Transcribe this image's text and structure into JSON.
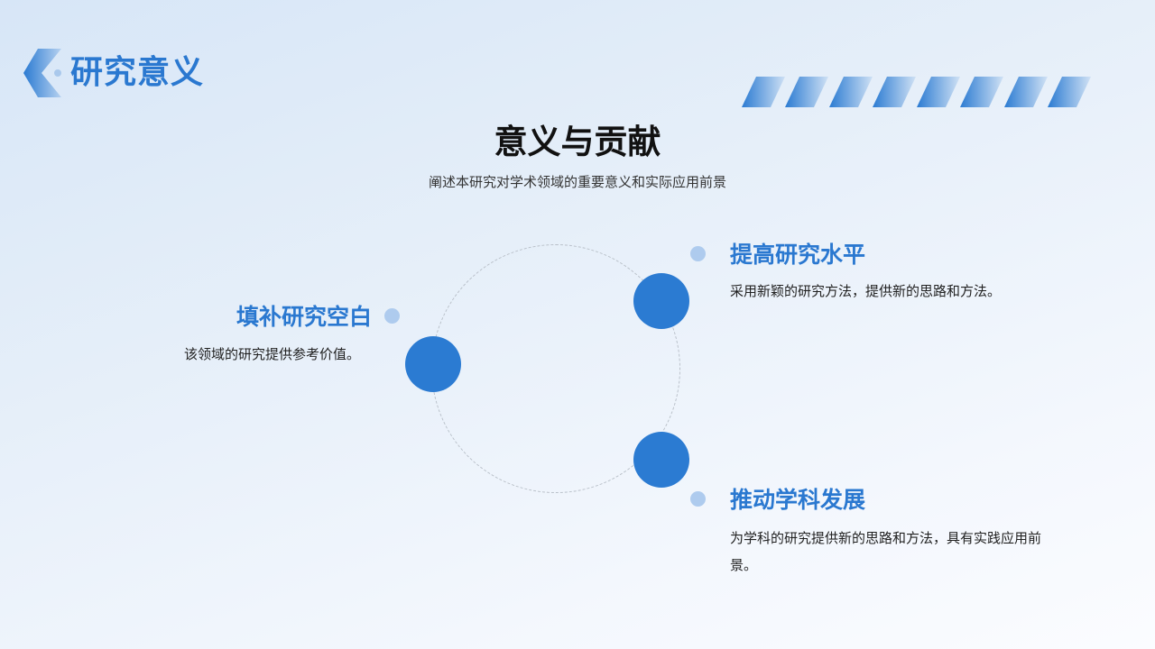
{
  "header": {
    "title": "研究意义",
    "icon": "chevron-left-icon"
  },
  "decoration": {
    "stripe_count": 8,
    "stripe_color": "#2b7bd2"
  },
  "section": {
    "title": "意义与贡献",
    "subtitle": "阐述本研究对学术领域的重要意义和实际应用前景"
  },
  "items": [
    {
      "title": "填补研究空白",
      "desc": "该领域的研究提供参考价值。"
    },
    {
      "title": "提高研究水平",
      "desc": "采用新颖的研究方法，提供新的思路和方法。"
    },
    {
      "title": "推动学科发展",
      "desc": "为学科的研究提供新的思路和方法，具有实践应用前景。"
    }
  ],
  "colors": {
    "accent": "#2b7bd2",
    "accent_light": "#aecbee",
    "title_text": "#111111",
    "ring": "#b9c0c9"
  }
}
